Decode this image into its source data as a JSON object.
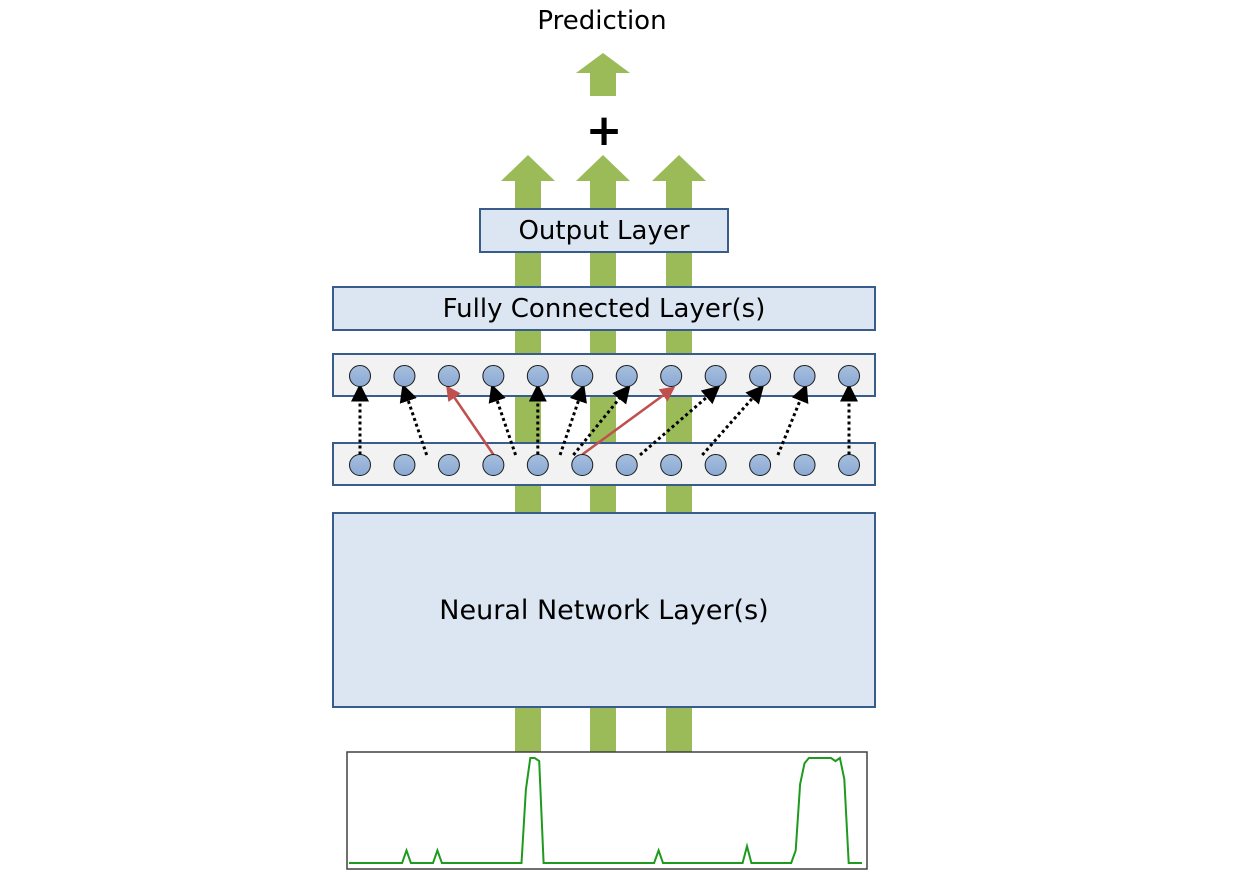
{
  "title": "Prediction",
  "plus_symbol": "+",
  "layers": {
    "output": "Output Layer",
    "fully_connected": "Fully Connected Layer(s)",
    "neural_network": "Neural Network Layer(s)"
  },
  "colors": {
    "arrow_green": "#9bbb59",
    "box_fill": "#dce6f2",
    "box_border": "#385d8a",
    "node_fill": "#95b3d7",
    "node_row_fill": "#f2f2f2",
    "dropout_red": "#c0504d",
    "signal_green": "#1e9a1e"
  },
  "nodes_per_row": 12,
  "connections": [
    {
      "from": 0,
      "to": 0,
      "style": "dotted"
    },
    {
      "from": 1.5,
      "to": 1,
      "style": "dotted"
    },
    {
      "from": 3,
      "to": 2,
      "style": "red"
    },
    {
      "from": 3.5,
      "to": 3,
      "style": "dotted"
    },
    {
      "from": 4,
      "to": 4,
      "style": "dotted"
    },
    {
      "from": 4.5,
      "to": 5,
      "style": "dotted"
    },
    {
      "from": 5,
      "to": 7,
      "style": "red"
    },
    {
      "from": 4.8,
      "to": 6,
      "style": "dotted"
    },
    {
      "from": 6.3,
      "to": 8,
      "style": "dotted"
    },
    {
      "from": 7.7,
      "to": 9,
      "style": "dotted"
    },
    {
      "from": 9.4,
      "to": 10,
      "style": "dotted"
    },
    {
      "from": 11,
      "to": 11,
      "style": "dotted"
    }
  ],
  "signal": [
    0,
    0,
    0,
    0,
    0,
    0,
    0,
    0,
    0,
    0,
    0,
    0,
    0,
    0.12,
    0,
    0,
    0,
    0,
    0,
    0,
    0.12,
    0,
    0,
    0,
    0,
    0,
    0,
    0,
    0,
    0,
    0,
    0,
    0,
    0,
    0,
    0,
    0,
    0,
    0,
    0,
    0.7,
    1,
    1,
    0.97,
    0,
    0,
    0,
    0,
    0,
    0,
    0,
    0,
    0,
    0,
    0,
    0,
    0,
    0,
    0,
    0,
    0,
    0,
    0,
    0,
    0,
    0,
    0,
    0,
    0,
    0,
    0.12,
    0,
    0,
    0,
    0,
    0,
    0,
    0,
    0,
    0,
    0,
    0,
    0,
    0,
    0,
    0,
    0,
    0,
    0,
    0,
    0.16,
    0,
    0,
    0,
    0,
    0,
    0,
    0,
    0,
    0,
    0,
    0.12,
    0.75,
    0.95,
    1,
    1,
    1,
    1,
    1,
    1,
    0.97,
    1,
    0.8,
    0,
    0,
    0,
    0
  ]
}
